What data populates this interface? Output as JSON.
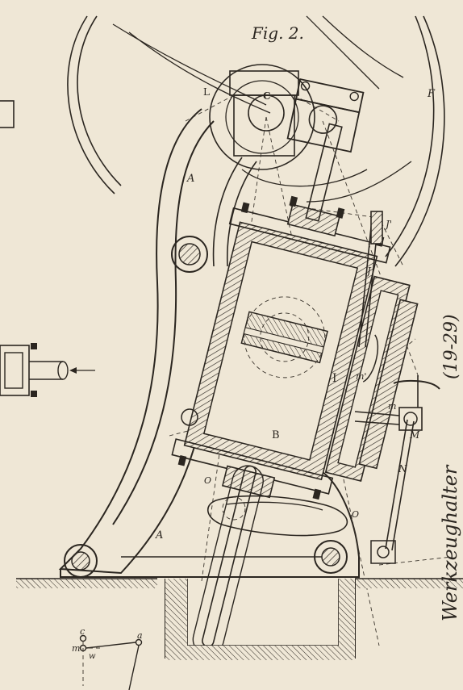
{
  "figure": {
    "title": "Fig. 2.",
    "labels": {
      "L": "L",
      "C": "C",
      "F": "F",
      "A_upper": "A",
      "A_lower": "A",
      "J_prime": "J'",
      "J": "J",
      "I": "I",
      "m_prime": "m'",
      "m": "m",
      "M": "M",
      "N": "N",
      "B": "B",
      "O_left": "O",
      "O_right": "O"
    },
    "side_text": "Werkzeughalter",
    "side_number": "(19-29)",
    "inset_labels": {
      "c": "c",
      "a": "a",
      "m": "m",
      "w": "w"
    }
  }
}
